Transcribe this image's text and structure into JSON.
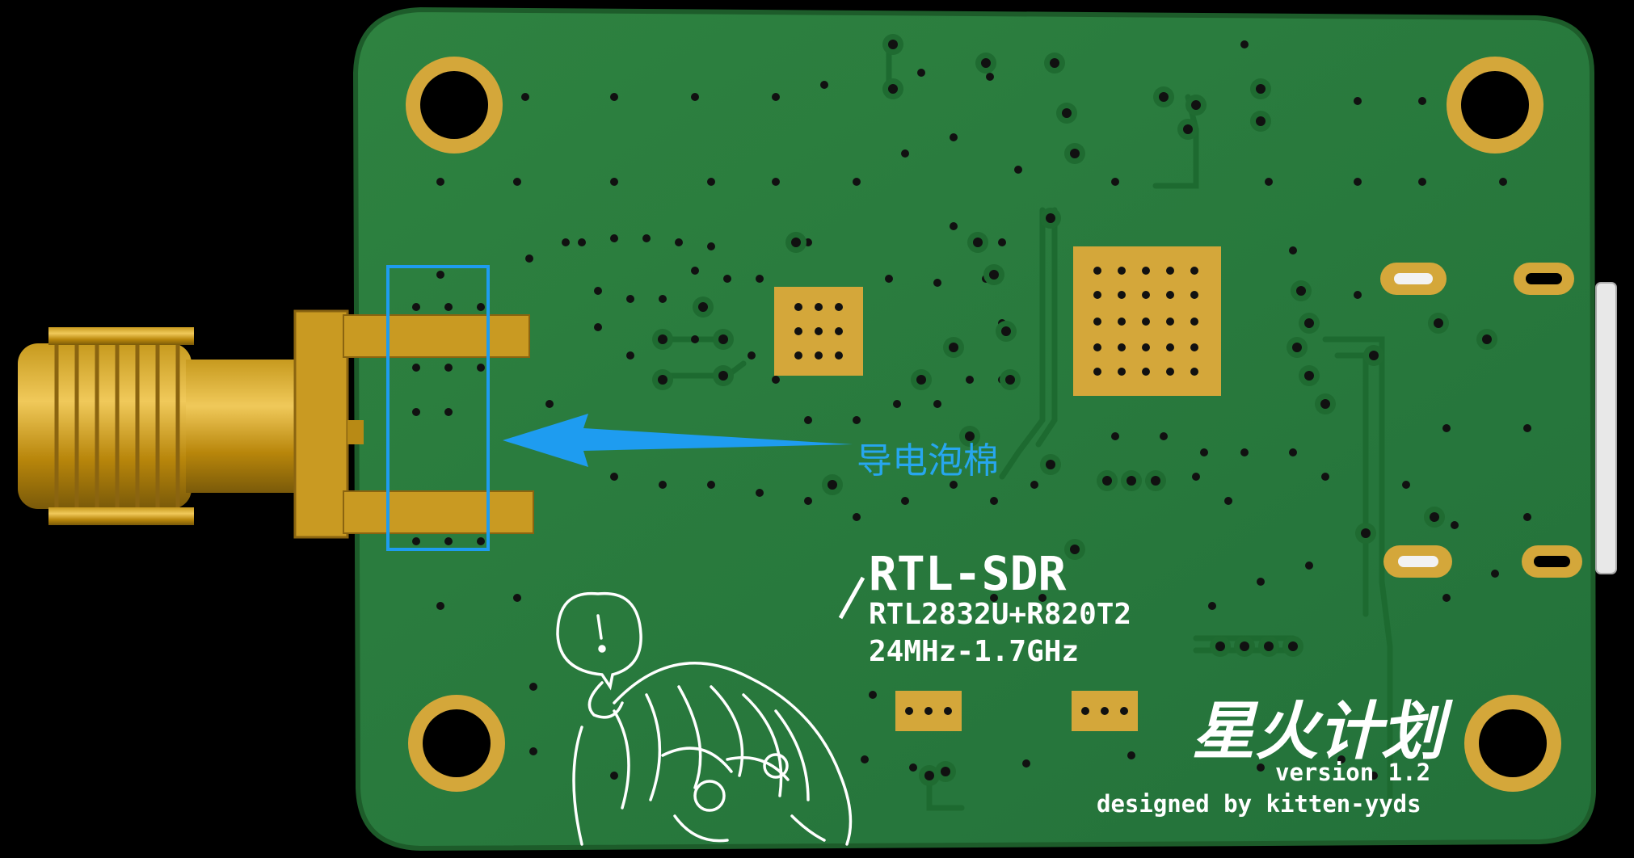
{
  "board": {
    "title": "RTL-SDR",
    "chipset": "RTL2832U+R820T2",
    "frequency_range": "24MHz-1.7GHz",
    "brand": "星火计划",
    "version": "version 1.2",
    "designer": "designed by kitten-yyds"
  },
  "callout": {
    "label": "导电泡棉"
  },
  "colors": {
    "pcb": "#2a7a3a",
    "pcb_edge": "#1f6b31",
    "gold": "#d4a73a",
    "callout": "#1e9cf0",
    "silkscreen": "#ffffff"
  }
}
